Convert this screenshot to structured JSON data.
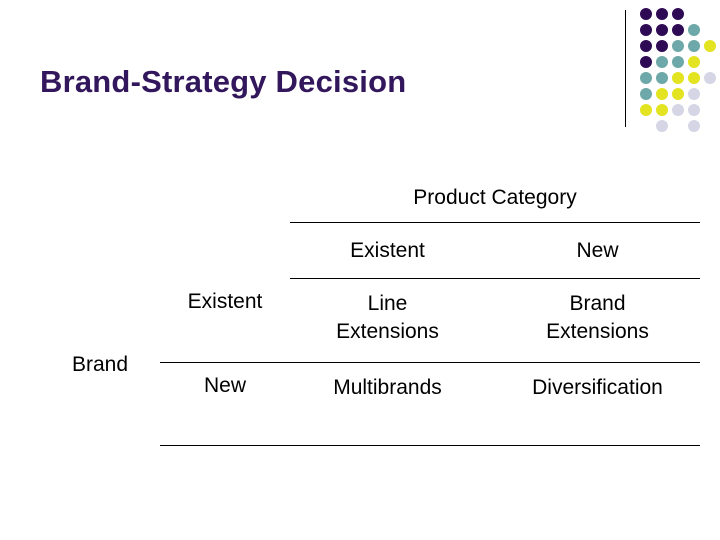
{
  "slide": {
    "title": "Brand-Strategy Decision"
  },
  "colors": {
    "title": "#33175C",
    "rule": "#000000",
    "text": "#000000",
    "background": "#ffffff",
    "dot_dark_purple": "#2E0A55",
    "dot_teal": "#6FA8A8",
    "dot_yellow": "#E3E321",
    "dot_lavender": "#D5D5E6"
  },
  "matrix": {
    "column_group_label": "Product Category",
    "row_group_label": "Brand",
    "column_headers": [
      "Existent",
      "New"
    ],
    "row_headers": [
      "Existent",
      "New"
    ],
    "cells": [
      [
        "Line\nExtensions",
        "Brand\nExtensions"
      ],
      [
        "Multibrands",
        "Diversification"
      ]
    ],
    "cells_flat": {
      "r1c1_line1": "Line",
      "r1c1_line2": "Extensions",
      "r1c2_line1": "Brand",
      "r1c2_line2": "Extensions",
      "r2c1": "Multibrands",
      "r2c2": "Diversification"
    }
  },
  "decoration": {
    "dot_grid": {
      "rows": 8,
      "cols": 5,
      "cell_size": 16,
      "dot_size": 12,
      "pattern": [
        [
          "dot_dark_purple",
          "dot_dark_purple",
          "dot_dark_purple",
          null,
          null
        ],
        [
          "dot_dark_purple",
          "dot_dark_purple",
          "dot_dark_purple",
          "dot_teal",
          null
        ],
        [
          "dot_dark_purple",
          "dot_dark_purple",
          "dot_teal",
          "dot_teal",
          "dot_yellow"
        ],
        [
          "dot_dark_purple",
          "dot_teal",
          "dot_teal",
          "dot_yellow",
          null
        ],
        [
          "dot_teal",
          "dot_teal",
          "dot_yellow",
          "dot_yellow",
          "dot_lavender"
        ],
        [
          "dot_teal",
          "dot_yellow",
          "dot_yellow",
          "dot_lavender",
          null
        ],
        [
          "dot_yellow",
          "dot_yellow",
          "dot_lavender",
          "dot_lavender",
          null
        ],
        [
          null,
          "dot_lavender",
          null,
          "dot_lavender",
          null
        ]
      ]
    }
  }
}
